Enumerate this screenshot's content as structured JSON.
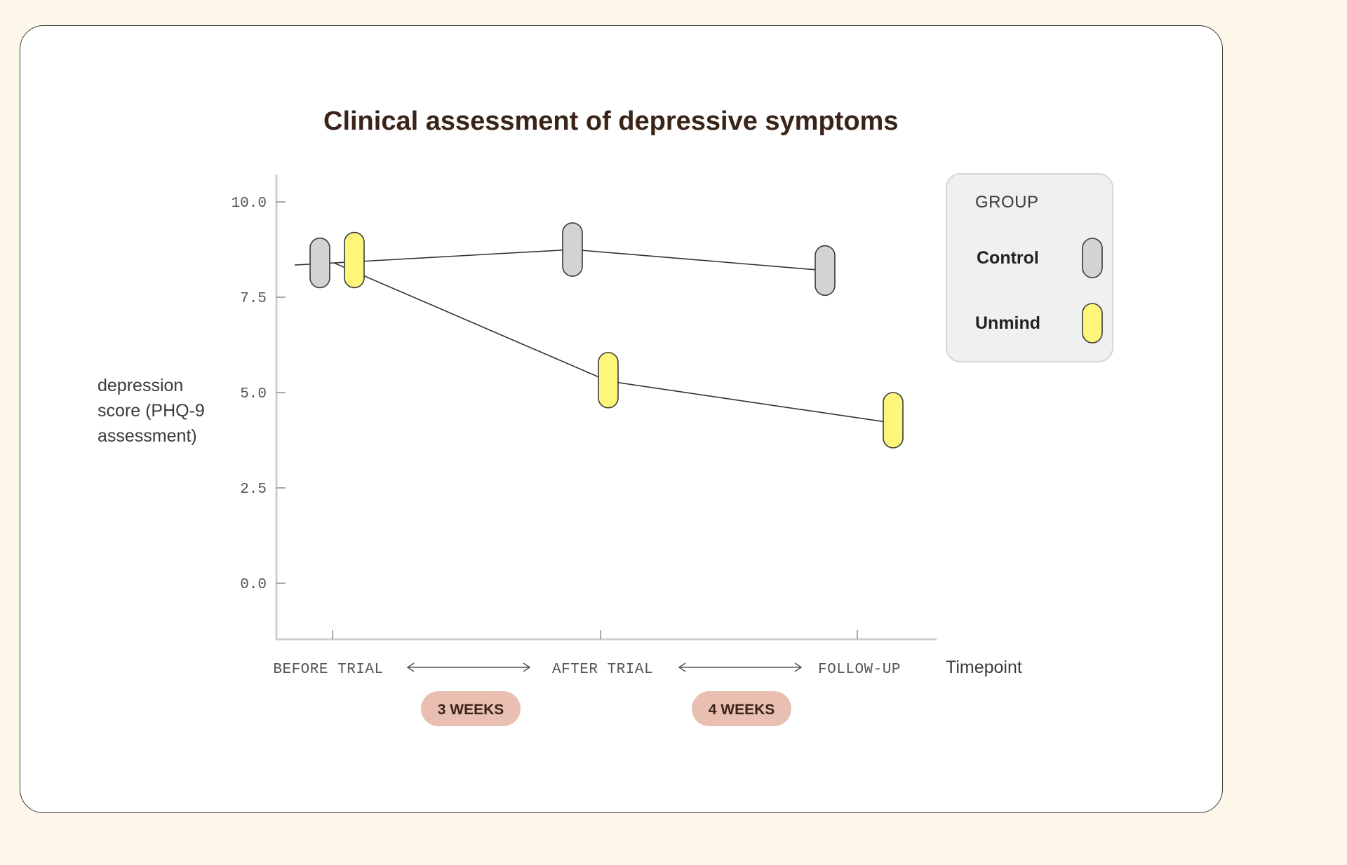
{
  "chart_data": {
    "type": "line",
    "title": "Clinical assessment of depressive symptoms",
    "ylabel_lines": [
      "depression",
      "score (PHQ-9",
      "assessment)"
    ],
    "xlabel": "Timepoint",
    "categories": [
      "BEFORE TRIAL",
      "AFTER TRIAL",
      "FOLLOW-UP"
    ],
    "ylim": [
      -1.5,
      10.8
    ],
    "yticks": [
      "0.0",
      "2.5",
      "5.0",
      "7.5",
      "10.0"
    ],
    "ytick_values": [
      0,
      2.5,
      5.0,
      7.5,
      10.0
    ],
    "series": [
      {
        "name": "Control",
        "values": [
          8.4,
          8.75,
          8.2
        ],
        "color": "#d3d3d3",
        "ci_low": [
          7.75,
          8.05,
          7.55
        ],
        "ci_high": [
          9.05,
          9.45,
          8.85
        ]
      },
      {
        "name": "Unmind",
        "values": [
          8.4,
          5.3,
          4.2
        ],
        "color": "#fcf67a",
        "ci_low": [
          7.75,
          4.6,
          3.55
        ],
        "ci_high": [
          9.2,
          6.05,
          5.0
        ]
      }
    ],
    "legend": {
      "title": "GROUP",
      "position": "top-right"
    },
    "intervals": [
      "3 WEEKS",
      "4 WEEKS"
    ],
    "badge_color": "#e8bfb0",
    "title_color": "#3a2318"
  }
}
